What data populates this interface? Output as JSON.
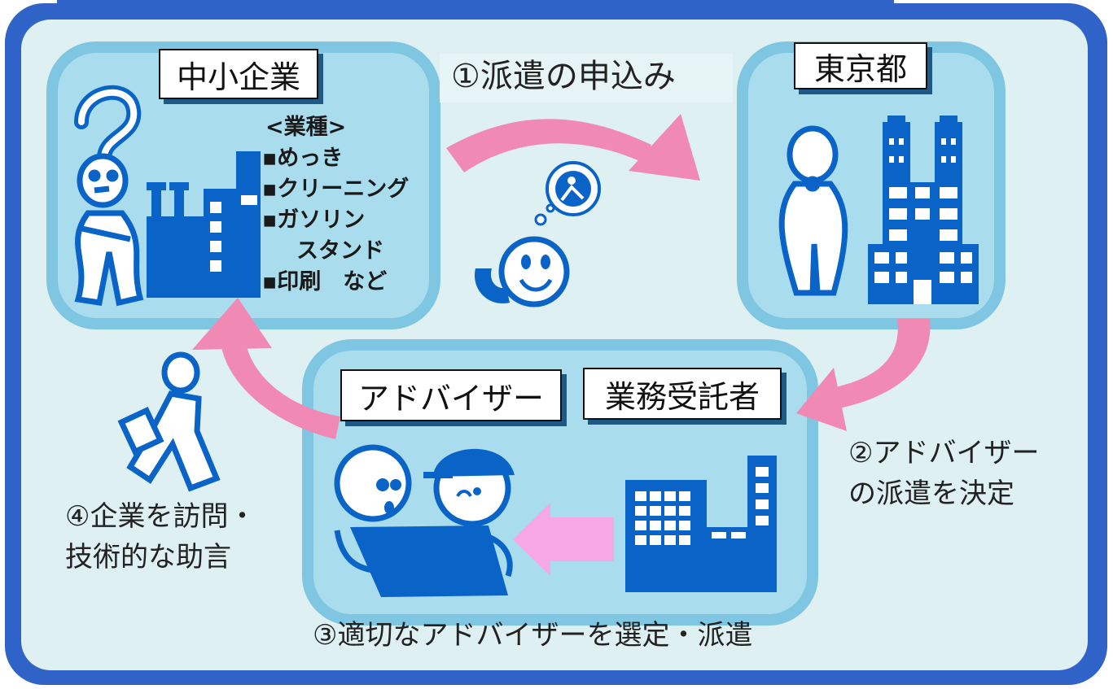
{
  "nodes": {
    "sme": "中小企業",
    "tokyo": "東京都",
    "advisor": "アドバイザー",
    "contractor": "業務受託者"
  },
  "industry": {
    "header": "<業種>",
    "items": [
      "▪めっき",
      "▪クリーニング",
      "▪ガソリン",
      "スタンド",
      "▪印刷　など"
    ]
  },
  "steps": {
    "step1": "①派遣の申込み",
    "step2_line1": "②アドバイザー",
    "step2_line2": "の派遣を決定",
    "step3": "③適切なアドバイザーを選定・派遣",
    "step4_line1": "④企業を訪問・",
    "step4_line2": "技術的な助言"
  },
  "colors": {
    "frame": "#2f63c8",
    "panel_bg": "#dff0f2",
    "node_bg": "#a9dcec",
    "node_border": "#7fc6e3",
    "arrow": "#f08ab4",
    "icon_blue": "#0a64c8"
  }
}
